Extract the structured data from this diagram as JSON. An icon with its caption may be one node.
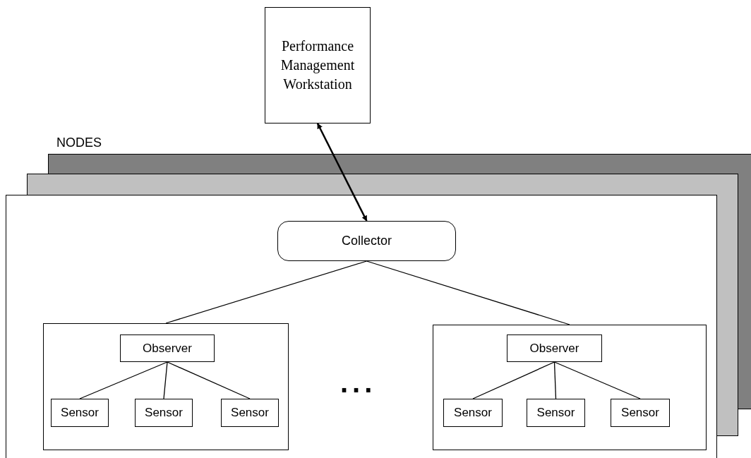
{
  "diagram": {
    "nodes": [
      {
        "text": [
          "Performance Management Workstation"
        ]
      },
      {
        "text": [],
        "shape": "box"
      },
      {
        "text": [
          "Collector"
        ],
        "in": 1
      },
      {
        "text": [],
        "shape": "box",
        "in": 1
      },
      {
        "text": [
          "Observer"
        ],
        "in": 3
      },
      {
        "text": [
          "Sensor"
        ],
        "in": 3
      },
      {
        "text": [
          "Sensor"
        ],
        "in": 3
      },
      {
        "text": [
          "Sensor"
        ],
        "in": 3
      },
      {
        "text": [],
        "shape": "box",
        "in": 1
      },
      {
        "text": [
          "Observer"
        ],
        "in": 8
      },
      {
        "text": [
          "Sensor"
        ],
        "in": 8
      },
      {
        "text": [
          "Sensor"
        ],
        "in": 8
      },
      {
        "text": [
          "Sensor"
        ],
        "in": 8
      }
    ],
    "edges": [
      {
        "from": 0,
        "to": 2,
        "arrow": "both"
      },
      {
        "from": 2,
        "to": 3,
        "arrow": "none"
      },
      {
        "from": 2,
        "to": 8,
        "arrow": "none"
      },
      {
        "from": 4,
        "to": 5,
        "arrow": "none"
      },
      {
        "from": 4,
        "to": 6,
        "arrow": "none"
      },
      {
        "from": 4,
        "to": 7,
        "arrow": "none"
      },
      {
        "from": 9,
        "to": 10,
        "arrow": "none"
      },
      {
        "from": 9,
        "to": 11,
        "arrow": "none"
      },
      {
        "from": 9,
        "to": 12,
        "arrow": "none"
      }
    ],
    "labels": [
      "NODES",
      "..."
    ]
  }
}
